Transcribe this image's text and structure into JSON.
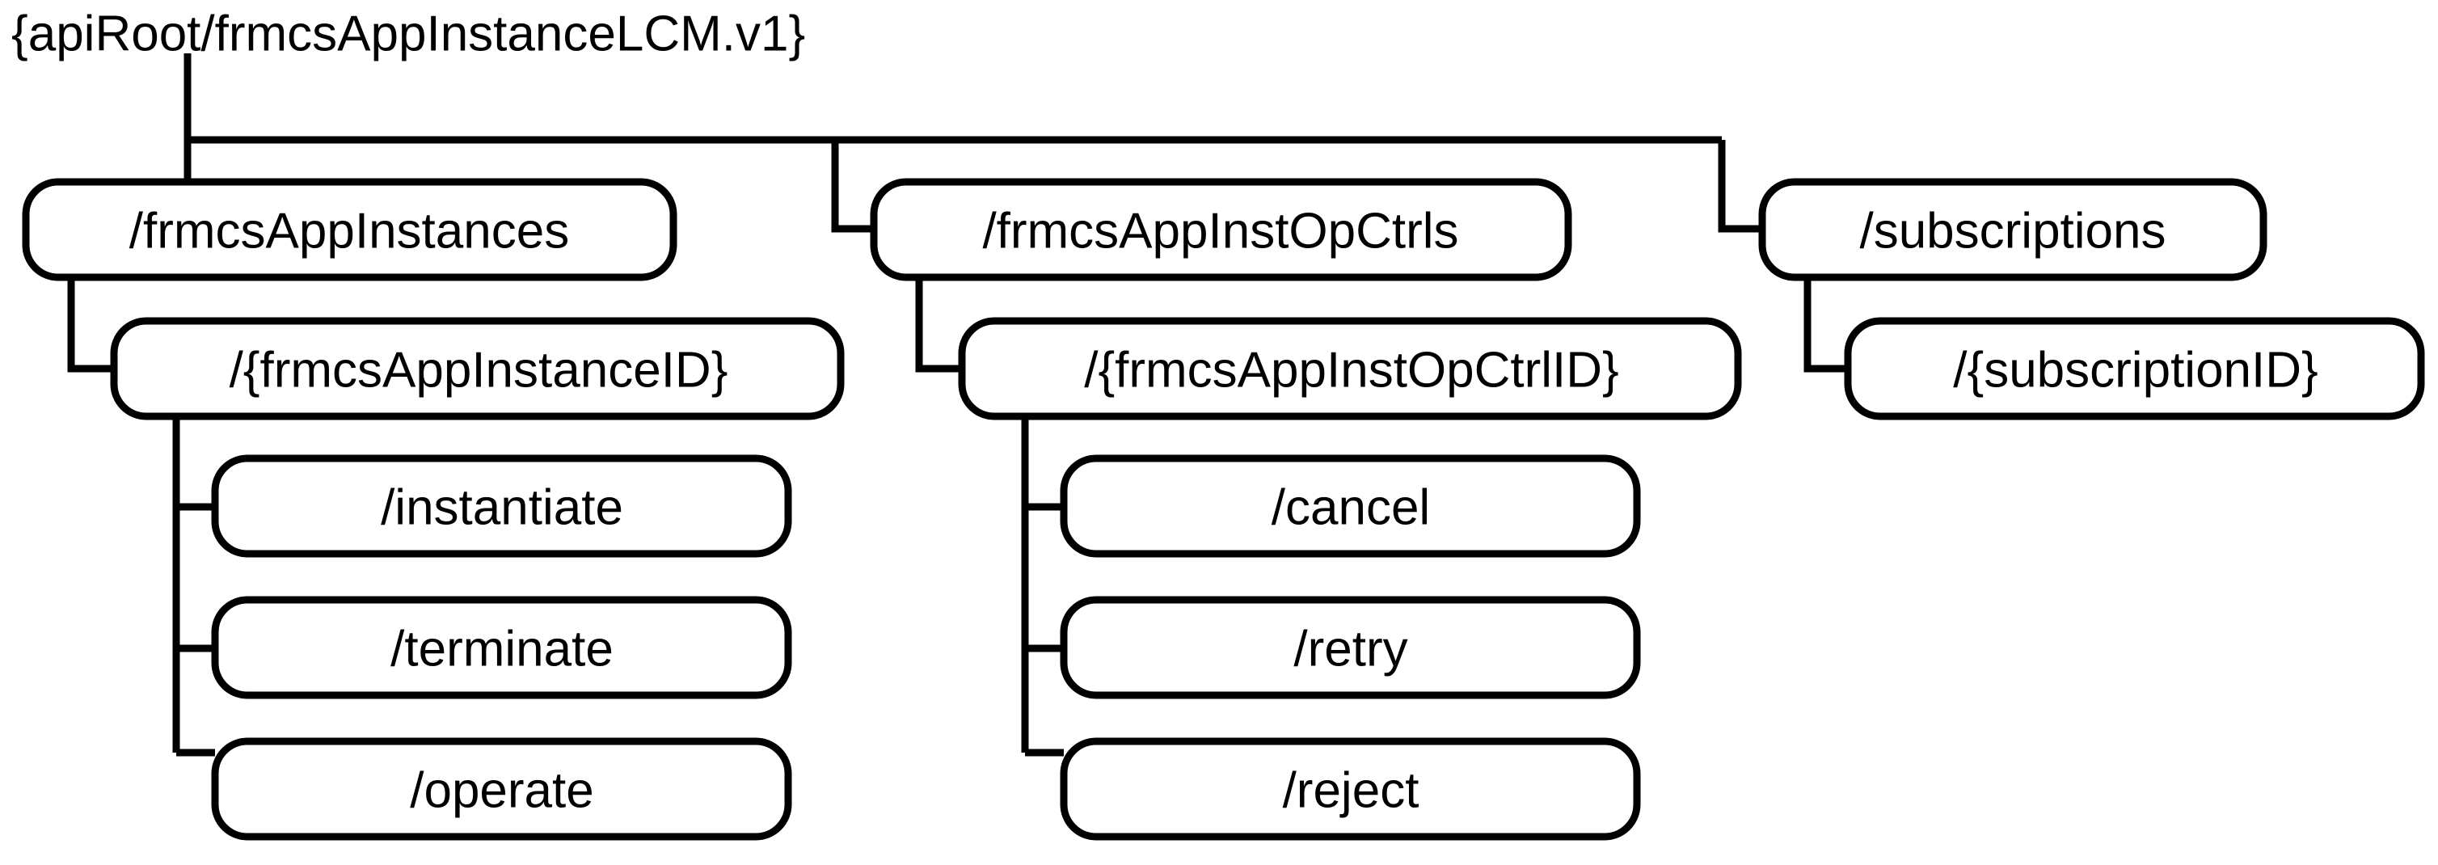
{
  "diagram": {
    "title": "{apiRoot/frmcsAppInstanceLCM.v1}",
    "type": "api-resource-uri-tree",
    "colors": {
      "background": "#ffffff",
      "stroke": "#000000",
      "fill": "#ffffff",
      "text": "#000000"
    },
    "root": {
      "label": "{apiRoot/frmcsAppInstanceLCM.v1}"
    },
    "level1": [
      {
        "label": "/frmcsAppInstances"
      },
      {
        "label": "/frmcsAppInstOpCtrls"
      },
      {
        "label": "/subscriptions"
      }
    ],
    "level2": [
      {
        "label": "/{frmcsAppInstanceID}"
      },
      {
        "label": "/{frmcsAppInstOpCtrlID}"
      },
      {
        "label": "/{subscriptionID}"
      }
    ],
    "level3_left": [
      {
        "label": "/instantiate"
      },
      {
        "label": "/terminate"
      },
      {
        "label": "/operate"
      }
    ],
    "level3_middle": [
      {
        "label": "/cancel"
      },
      {
        "label": "/retry"
      },
      {
        "label": "/reject"
      }
    ]
  }
}
